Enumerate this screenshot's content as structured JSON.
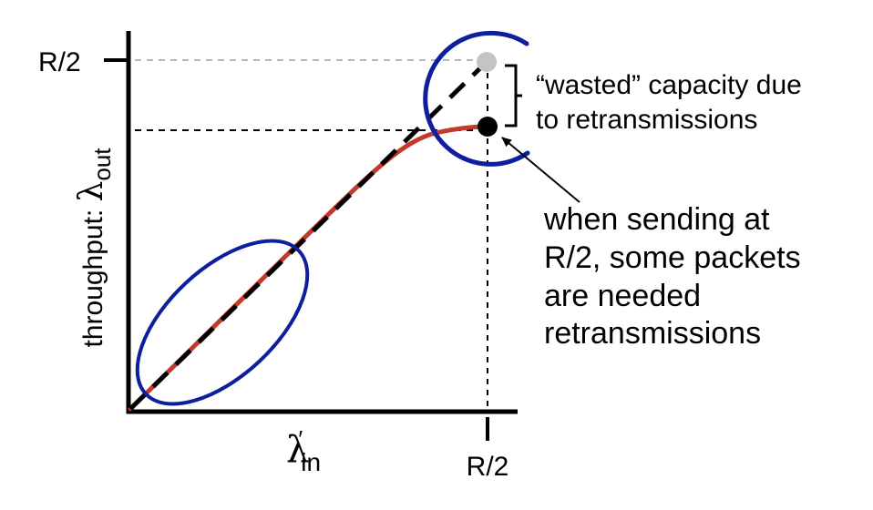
{
  "y_axis": {
    "label": "throughput: ",
    "symbol": "λ",
    "subscript": "out",
    "tick_label": "R/2"
  },
  "x_axis": {
    "symbol": "λ",
    "prime": "′",
    "subscript": "in",
    "tick_label": "R/2"
  },
  "annotations": {
    "wasted_line1": "“wasted” capacity due",
    "wasted_line2": "to retransmissions",
    "sending_lines": [
      "when sending at",
      "R/2, some packets",
      "are needed",
      "retransmissions"
    ]
  },
  "colors": {
    "curve": "#c23a2b",
    "circles": "#0d1f9c",
    "ideal_line": "#000000",
    "ideal_point": "#c4c4c4",
    "actual_point": "#000000",
    "guide_grey": "#b8b8b8"
  }
}
